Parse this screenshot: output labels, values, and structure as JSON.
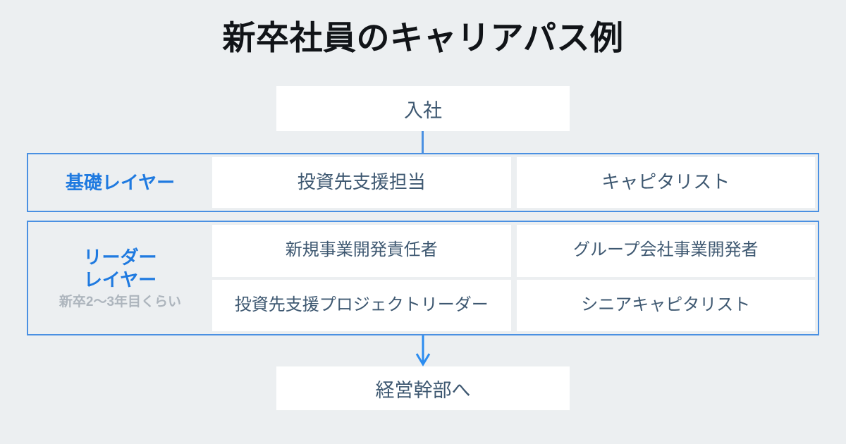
{
  "page": {
    "title": "新卒社員のキャリアパス例",
    "background_color": "#eceff1",
    "accent_color": "#4a90e2",
    "label_color": "#1f7ae0",
    "card_text_color": "#3e5871",
    "sub_label_color": "#adb5bd"
  },
  "flow": {
    "entry": {
      "label": "入社"
    },
    "layers": [
      {
        "id": "base-layer",
        "label_main": "基礎レイヤー",
        "label_sub": "",
        "rows": [
          {
            "cards": [
              {
                "label": "投資先支援担当"
              },
              {
                "label": "キャピタリスト"
              }
            ]
          }
        ]
      },
      {
        "id": "leader-layer",
        "label_main": "リーダー\nレイヤー",
        "label_sub": "新卒2〜3年目くらい",
        "rows": [
          {
            "cards": [
              {
                "label": "新規事業開発責任者"
              },
              {
                "label": "グループ会社事業開発者"
              }
            ]
          },
          {
            "cards": [
              {
                "label": "投資先支援プロジェクトリーダー"
              },
              {
                "label": "シニアキャピタリスト"
              }
            ]
          }
        ]
      }
    ],
    "arrow": {
      "icon": "arrow-down-icon",
      "color": "#2b8cf0"
    },
    "destination": {
      "label": "経営幹部へ"
    }
  }
}
